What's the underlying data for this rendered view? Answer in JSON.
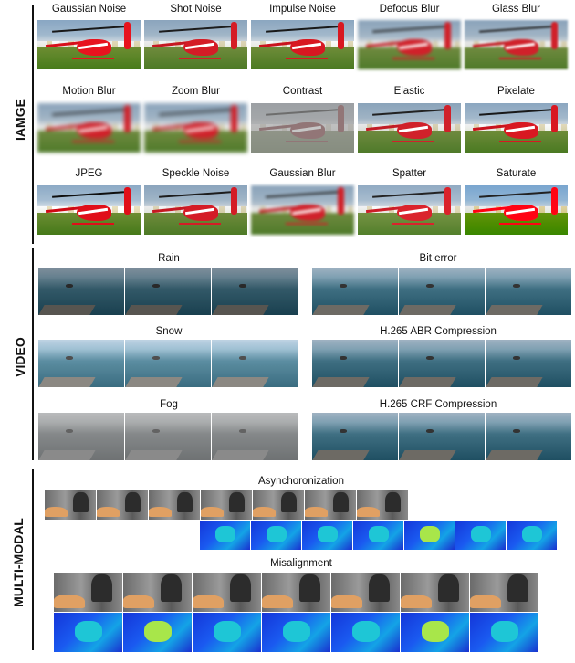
{
  "sections": {
    "image": {
      "label": "IAMGE",
      "captions": [
        "Gaussian Noise",
        "Shot Noise",
        "Impulse Noise",
        "Defocus Blur",
        "Glass Blur",
        "Motion Blur",
        "Zoom Blur",
        "Contrast",
        "Elastic",
        "Pixelate",
        "JPEG",
        "Speckle Noise",
        "Gaussian Blur",
        "Spatter",
        "Saturate"
      ]
    },
    "video": {
      "label": "VIDEO",
      "captions": [
        "Rain",
        "Bit error",
        "Snow",
        "H.265 ABR Compression",
        "Fog",
        "H.265 CRF Compression"
      ]
    },
    "multimodal": {
      "label": "MULTI-MODAL",
      "captions": [
        "Asynchoronization",
        "Misalignment"
      ]
    }
  }
}
